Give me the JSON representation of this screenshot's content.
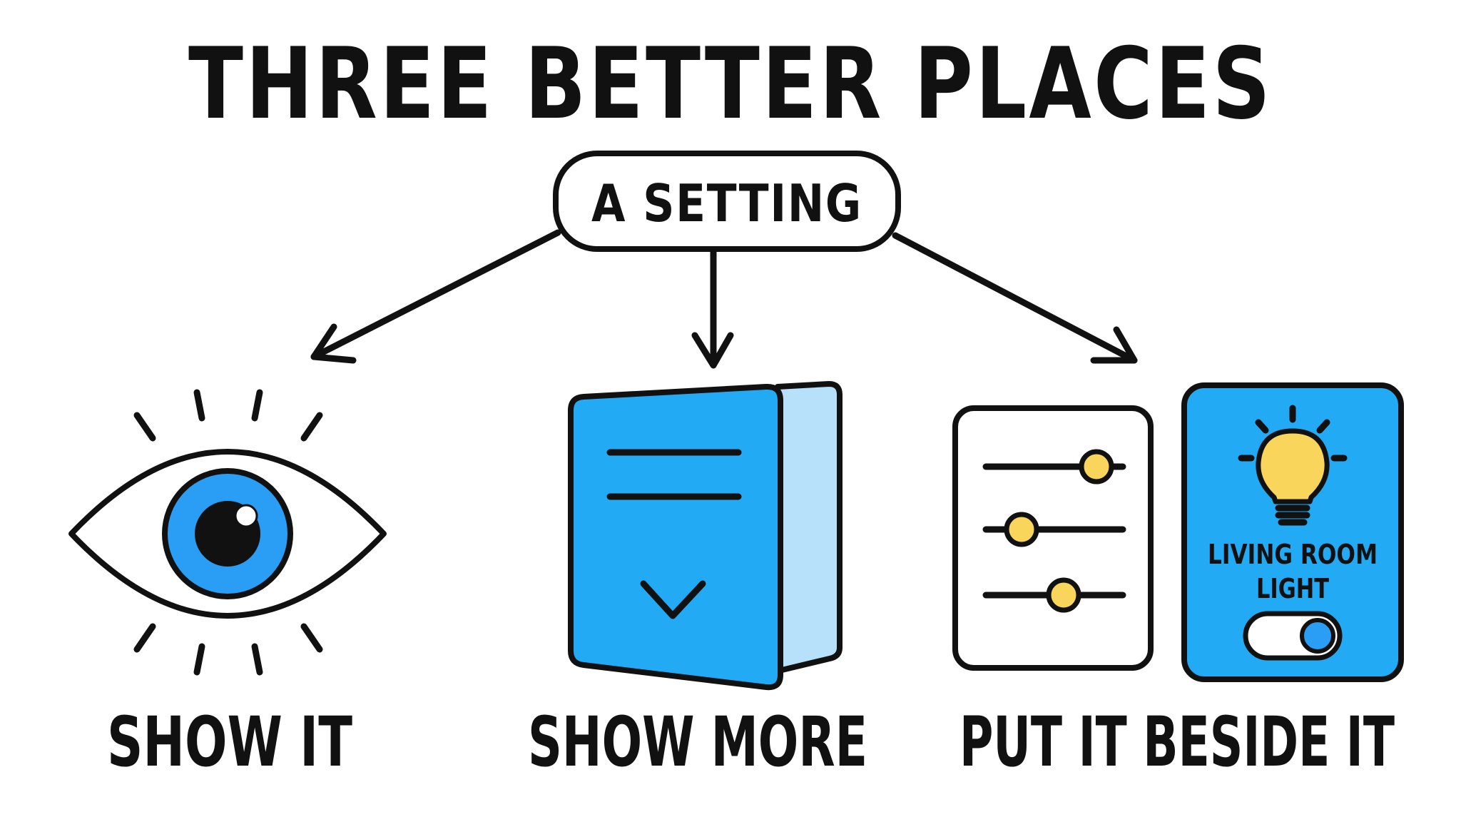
{
  "title": "THREE BETTER PLACES",
  "center_node": {
    "label": "A SETTING"
  },
  "options": [
    {
      "id": "show-it",
      "label": "SHOW IT",
      "icon": "eye-icon"
    },
    {
      "id": "show-more",
      "label": "SHOW MORE",
      "icon": "expand-panel-icon"
    },
    {
      "id": "put-beside",
      "label": "PUT IT BESIDE IT",
      "icon": "sliders-icon"
    }
  ],
  "light_card": {
    "label_line1": "LIVING ROOM",
    "label_line2": "LIGHT",
    "icon": "lightbulb-icon",
    "toggle_icon": "toggle-switch-icon"
  },
  "colors": {
    "ink": "#111111",
    "blue": "#22aaf5",
    "light_blue": "#b7e0fb",
    "yellow": "#f9d65b",
    "eye_blue": "#2a9df4",
    "background": "#ffffff"
  }
}
